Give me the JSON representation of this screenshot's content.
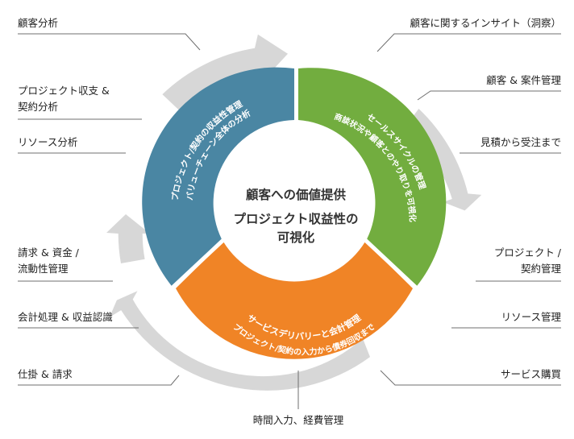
{
  "colors": {
    "blue": "#4a86a3",
    "green": "#72ad3f",
    "orange": "#f08426",
    "arrow": "#d7d7d7",
    "line": "#6f6f6f",
    "text": "#222222"
  },
  "center": {
    "line1": "顧客への価値提供",
    "line2": "プロジェクト収益性の",
    "line3": "可視化"
  },
  "segments": {
    "blue": {
      "line1": "プロジェクト/契約の収益性管理",
      "line2": "バリューチェーン全体の分析"
    },
    "green": {
      "line1": "セールスサイクルの管理",
      "line2": "商談状況や顧客とのやり取りを可視化"
    },
    "orange": {
      "line1": "プロジェクト/契約の入力から債券回収まで",
      "line2": "サービスデリバリーと会計管理"
    }
  },
  "left_labels": [
    {
      "lines": [
        "顧客分析"
      ]
    },
    {
      "lines": [
        "プロジェクト収支 &",
        "契約分析"
      ]
    },
    {
      "lines": [
        "リソース分析"
      ]
    },
    {
      "lines": [
        "請求 & 資金 /",
        "流動性管理"
      ]
    },
    {
      "lines": [
        "会計処理 & 収益認識"
      ]
    },
    {
      "lines": [
        "仕掛 & 請求"
      ]
    }
  ],
  "right_labels": [
    {
      "lines": [
        "顧客に関するインサイト（洞察）"
      ]
    },
    {
      "lines": [
        "顧客 & 案件管理"
      ]
    },
    {
      "lines": [
        "見積から受注まで"
      ]
    },
    {
      "lines": [
        "プロジェクト /",
        "契約管理"
      ]
    },
    {
      "lines": [
        "リソース管理"
      ]
    },
    {
      "lines": [
        "サービス購買"
      ]
    }
  ],
  "bottom_label": "時間入力、経費管理"
}
